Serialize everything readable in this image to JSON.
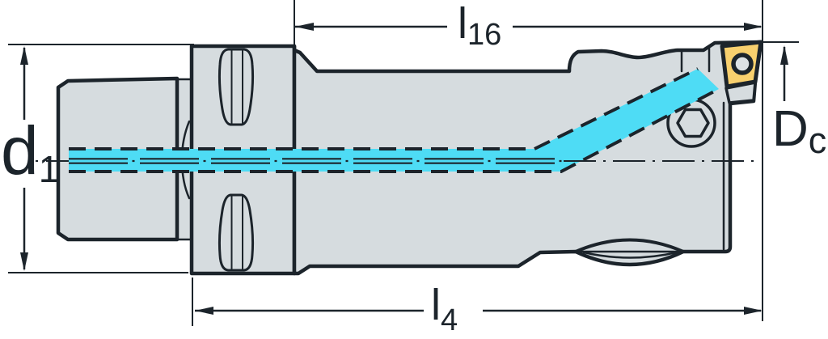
{
  "drawing": {
    "kind": "tool-holder-side-view",
    "dimensions": {
      "l16": {
        "main": "l",
        "sub": "16"
      },
      "l4": {
        "main": "l",
        "sub": "4"
      },
      "d1": {
        "main": "d",
        "sub": "1"
      },
      "Dc": {
        "main": "D",
        "sub": "c"
      }
    }
  },
  "colors": {
    "outline": "#1c242b",
    "body": "#d6dcdf",
    "coolant": "#4edcf5",
    "insert": "#f8d06e",
    "hole": "#dde2e5",
    "background": "#ffffff"
  }
}
